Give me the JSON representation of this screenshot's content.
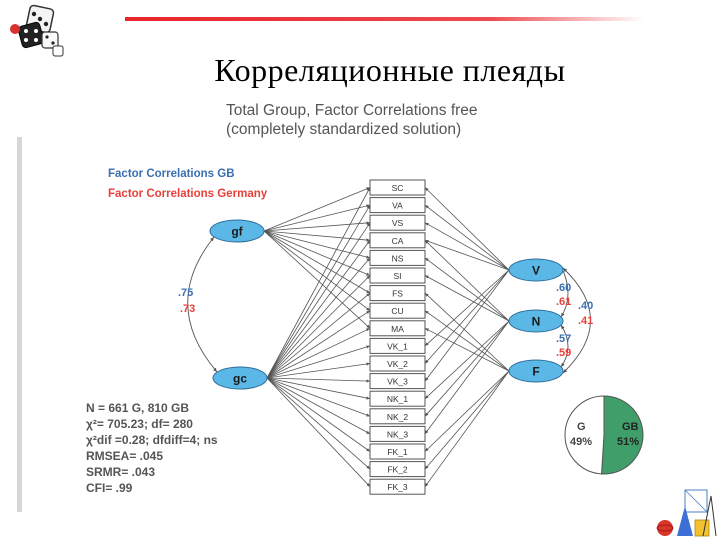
{
  "slide": {
    "title": "Корреляционные плеяды"
  },
  "figure": {
    "title_line1": "Total Group, Factor Correlations free",
    "title_line2": "(completely standardized solution)",
    "legend": {
      "gb": "Factor Correlations GB",
      "germany": "Factor Correlations Germany"
    },
    "colors": {
      "gb": "#3a6fb0",
      "germany": "#e8403a",
      "ellipse_fill": "#5ab7e6"
    },
    "factors_left": [
      {
        "id": "gf",
        "label": "gf"
      },
      {
        "id": "gc",
        "label": "gc"
      }
    ],
    "factors_right": [
      {
        "id": "V",
        "label": "V"
      },
      {
        "id": "N",
        "label": "N"
      },
      {
        "id": "F",
        "label": "F"
      }
    ],
    "indicators": [
      "SC",
      "VA",
      "VS",
      "CA",
      "NS",
      "SI",
      "FS",
      "CU",
      "MA",
      "VK_1",
      "VK_2",
      "VK_3",
      "NK_1",
      "NK_2",
      "NK_3",
      "FK_1",
      "FK_2",
      "FK_3"
    ],
    "corr_gf_gc": {
      "gb": ".75",
      "germany": ".73"
    },
    "corr_v_n": {
      "gb": ".60",
      "germany": ".61"
    },
    "corr_n_f": {
      "gb": ".57",
      "germany": ".59"
    },
    "corr_v_f": {
      "gb": ".40",
      "germany": ".41"
    },
    "fit_stats": [
      "N = 661 G, 810 GB",
      "χ²= 705.23; df= 280",
      "χ²dif =0.28; dfdiff=4; ns",
      "RMSEA= .045",
      "SRMR= .043",
      "CFI= .99"
    ],
    "pie": {
      "slices": [
        {
          "label": "G",
          "percent": "49%",
          "value": 49,
          "color": "#ffffff"
        },
        {
          "label": "GB",
          "percent": "51%",
          "value": 51,
          "color": "#3f9e6a"
        }
      ]
    }
  }
}
